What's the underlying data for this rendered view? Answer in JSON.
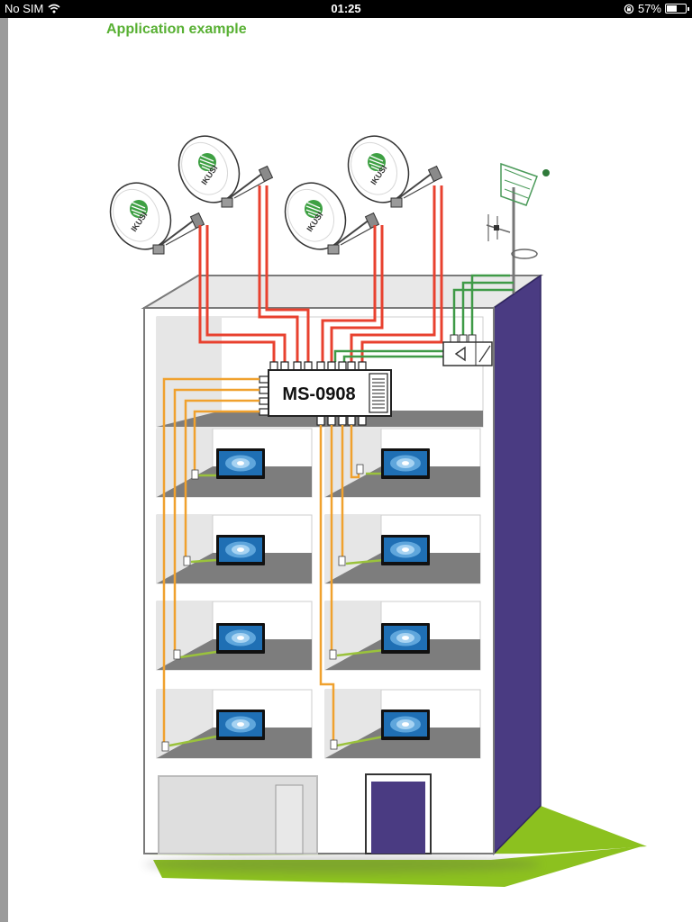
{
  "status_bar": {
    "carrier": "No SIM",
    "time": "01:25",
    "battery_text": "57%",
    "battery_level": 0.57,
    "icons": [
      "wifi-icon",
      "rotation-lock-icon",
      "battery-icon"
    ]
  },
  "page": {
    "heading": "Application example"
  },
  "diagram": {
    "multiswitch_label": "MS-0908",
    "dish_brand": "IKUSI",
    "colors": {
      "sat_cable": "#e8412f",
      "terrestrial_cable": "#3f9a47",
      "distribution_cable": "#f0a12e",
      "tv_cable": "#9ac23c",
      "building_side": "#4a3b82",
      "ground": "#8cc11f",
      "floor": "#7d7d7d",
      "tv_screen": "#1f6fb4"
    }
  }
}
